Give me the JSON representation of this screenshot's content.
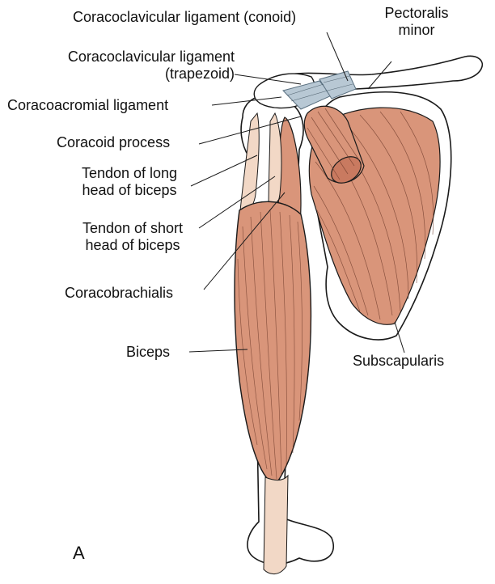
{
  "figure": {
    "panel_letter": "A",
    "colors": {
      "muscle": "#d9957a",
      "muscle_dark": "#c97a60",
      "tendon": "#f2d8c6",
      "bone": "#ffffff",
      "outline": "#1a1a1a",
      "ligament": "#b8c8d4"
    },
    "labels": {
      "conoid": "Coracoclavicular ligament (conoid)",
      "pectoralis_1": "Pectoralis",
      "pectoralis_2": "minor",
      "trapezoid_1": "Coracoclavicular ligament",
      "trapezoid_2": "(trapezoid)",
      "coracoacromial": "Coracoacromial ligament",
      "coracoid": "Coracoid process",
      "long_head_1": "Tendon of long",
      "long_head_2": "head of biceps",
      "short_head_1": "Tendon of short",
      "short_head_2": "head of biceps",
      "coracobrachialis": "Coracobrachialis",
      "biceps": "Biceps",
      "subscapularis": "Subscapularis"
    }
  }
}
